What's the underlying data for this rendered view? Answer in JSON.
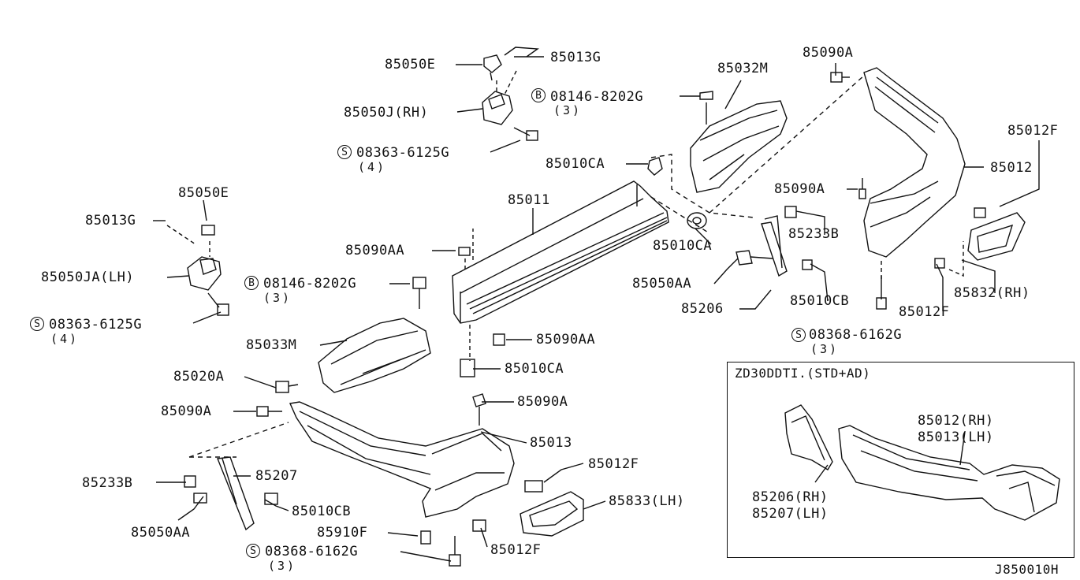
{
  "diagram_id": "J850010H",
  "inset_title": "ZD30DDTI.(STD+AD)",
  "labels": {
    "p85050E_top": "85050E",
    "p85013G_top": "85013G",
    "p85050J_rh": "85050J(RH)",
    "p08146_top": "08146-8202G",
    "p08146_top_qty": "(3)",
    "p08363_top": "08363-6125G",
    "p08363_top_qty": "(4)",
    "p85032M": "85032M",
    "p85090A_tr": "85090A",
    "p85012F_r": "85012F",
    "p85012": "85012",
    "p85010CA_top": "85010CA",
    "p85011": "85011",
    "p85050E_left": "85050E",
    "p85013G_left": "85013G",
    "p85050JA_lh": "85050JA(LH)",
    "p08363_left": "08363-6125G",
    "p08363_left_qty": "(4)",
    "p85090AA_mid": "85090AA",
    "p08146_mid": "08146-8202G",
    "p08146_mid_qty": "(3)",
    "p85090A_mid": "85090A",
    "p85233B_r": "85233B",
    "p85010CA_mid": "85010CA",
    "p85050AA_r": "85050AA",
    "p85206": "85206",
    "p85010CB_r": "85010CB",
    "p85012F_r2": "85012F",
    "p85832_rh": "85832(RH)",
    "p08368_r": "08368-6162G",
    "p08368_r_qty": "(3)",
    "p85033M": "85033M",
    "p85090AA_low": "85090AA",
    "p85010CA_low": "85010CA",
    "p85020A": "85020A",
    "p85090A_left": "85090A",
    "p85090A_bot": "85090A",
    "p85013": "85013",
    "p85012F_bot": "85012F",
    "p85233B_l": "85233B",
    "p85207": "85207",
    "p85833_lh": "85833(LH)",
    "p85010CB_l": "85010CB",
    "p85910F": "85910F",
    "p85050AA_l": "85050AA",
    "p85012F_bot2": "85012F",
    "p08368_l": "08368-6162G",
    "p08368_l_qty": "(3)",
    "p85012_rh": "85012(RH)",
    "p85013_lh": "85013(LH)",
    "p85206_rh": "85206(RH)",
    "p85207_lh": "85207(LH)"
  },
  "markers": {
    "bolt": "B",
    "screw": "S"
  }
}
